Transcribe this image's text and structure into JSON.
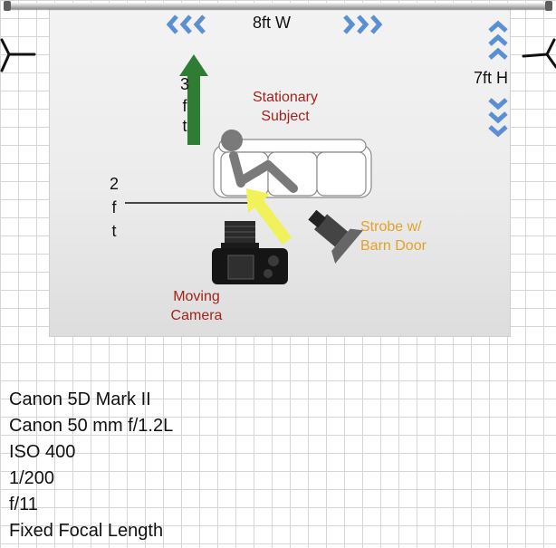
{
  "dimensions": {
    "width_label": "8ft W",
    "height_label": "7ft H",
    "subject_distance_label": [
      "3",
      "f",
      "t"
    ],
    "camera_distance_label": [
      "2",
      "f",
      "t"
    ]
  },
  "subject": {
    "line1": "Stationary",
    "line2": "Subject"
  },
  "camera": {
    "line1": "Moving",
    "line2": "Camera"
  },
  "strobe": {
    "line1": "Strobe w/",
    "line2": "Barn Door"
  },
  "specs": [
    "Canon 5D Mark II",
    "Canon 50 mm f/1.2L",
    "ISO 400",
    "1/200",
    "f/11",
    "Fixed Focal Length"
  ],
  "colors": {
    "arrow_blue": "#5b8fd4",
    "subject_arrow": "#2e7d32",
    "light_arrow": "#f1f15a",
    "subject_text": "#a5231c",
    "strobe_text": "#e3a12a"
  },
  "icons": [
    "chevron-left-icon",
    "chevron-right-icon",
    "chevron-up-icon",
    "chevron-down-icon",
    "light-stand-icon",
    "sofa-icon",
    "seated-person-icon",
    "camera-icon",
    "strobe-icon"
  ]
}
